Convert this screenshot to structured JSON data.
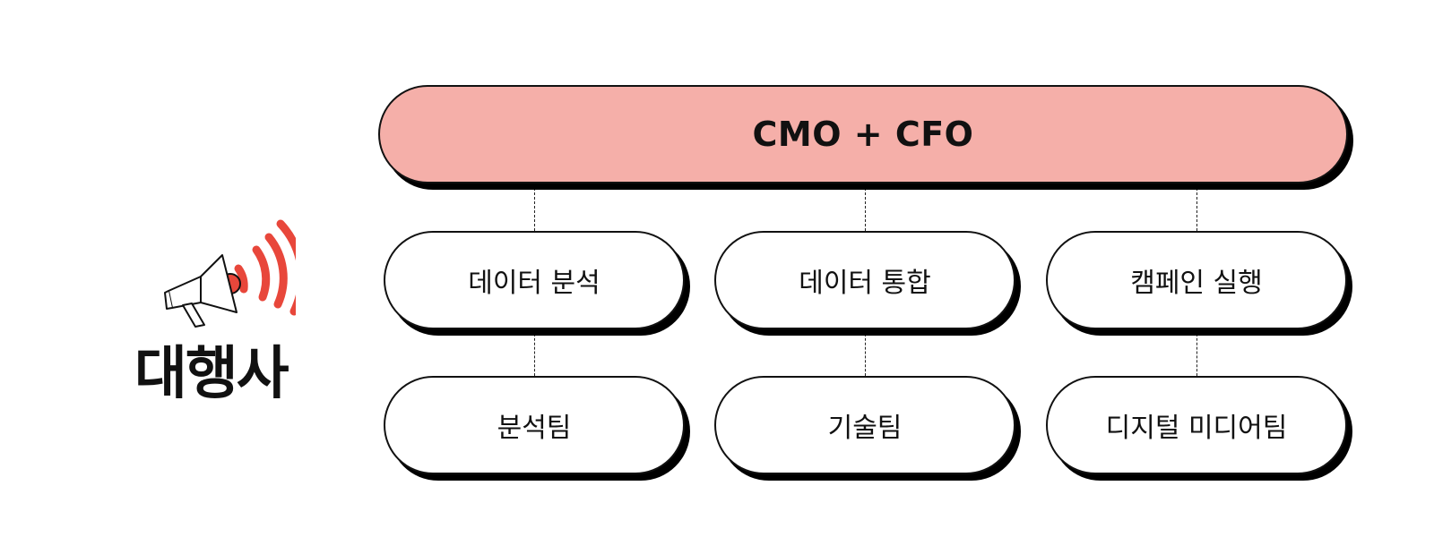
{
  "agency": {
    "label": "대행사",
    "icon": "megaphone-icon",
    "accent_color": "#e8473b"
  },
  "diagram": {
    "top": {
      "label": "CMO + CFO",
      "color": "#f5afa9"
    },
    "functions": [
      {
        "label": "데이터 분석"
      },
      {
        "label": "데이터 통합"
      },
      {
        "label": "캠페인 실행"
      }
    ],
    "teams": [
      {
        "label": "분석팀"
      },
      {
        "label": "기술팀"
      },
      {
        "label": "디지털 미디어팀"
      }
    ]
  }
}
